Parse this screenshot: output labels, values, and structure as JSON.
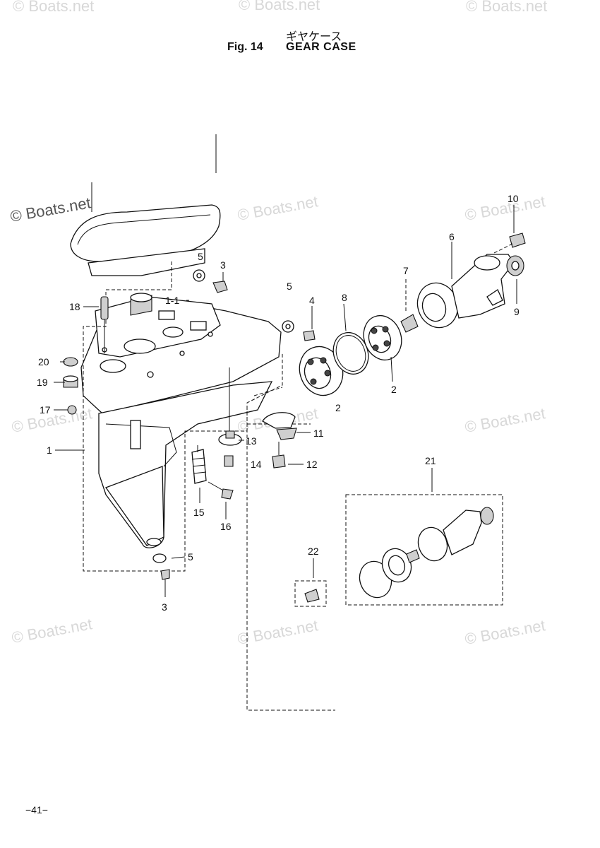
{
  "header": {
    "title_jp": "ギヤケース",
    "fig_label": "Fig. 14",
    "title_en": "GEAR CASE"
  },
  "footer": {
    "page_number": "−41−"
  },
  "watermark": {
    "text_main": "© Boats.net",
    "text_faint": "© Boats.net"
  },
  "callouts": {
    "c1": "1",
    "c1_1": "1-1",
    "c2a": "2",
    "c2b": "2",
    "c3a": "3",
    "c3b": "3",
    "c4": "4",
    "c5a": "5",
    "c5b": "5",
    "c5c": "5",
    "c6": "6",
    "c7": "7",
    "c8": "8",
    "c9": "9",
    "c10": "10",
    "c11": "11",
    "c12": "12",
    "c13": "13",
    "c14": "14",
    "c15": "15",
    "c16": "16",
    "c17": "17",
    "c18": "18",
    "c19": "19",
    "c20": "20",
    "c21": "21",
    "c22": "22"
  }
}
